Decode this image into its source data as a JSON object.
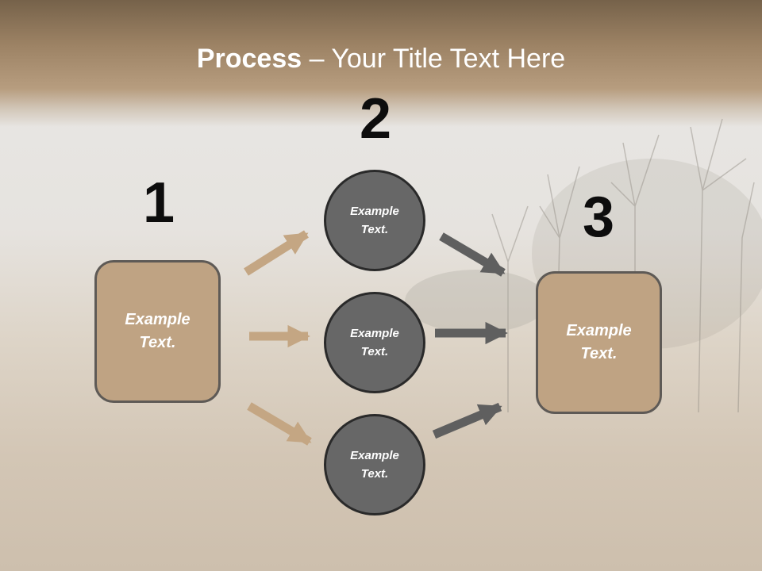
{
  "title": {
    "bold": "Process",
    "rest": " – Your Title Text Here"
  },
  "steps": [
    {
      "number": "1",
      "text": "Example\nText."
    },
    {
      "number": "2",
      "nodes": [
        "Example\nText.",
        "Example\nText.",
        "Example\nText."
      ]
    },
    {
      "number": "3",
      "text": "Example\nText."
    }
  ],
  "colors": {
    "box_fill": "#bfa383",
    "circle_fill": "#676767",
    "arrow_tan": "#c4a683",
    "arrow_gray": "#5f5f5f"
  }
}
